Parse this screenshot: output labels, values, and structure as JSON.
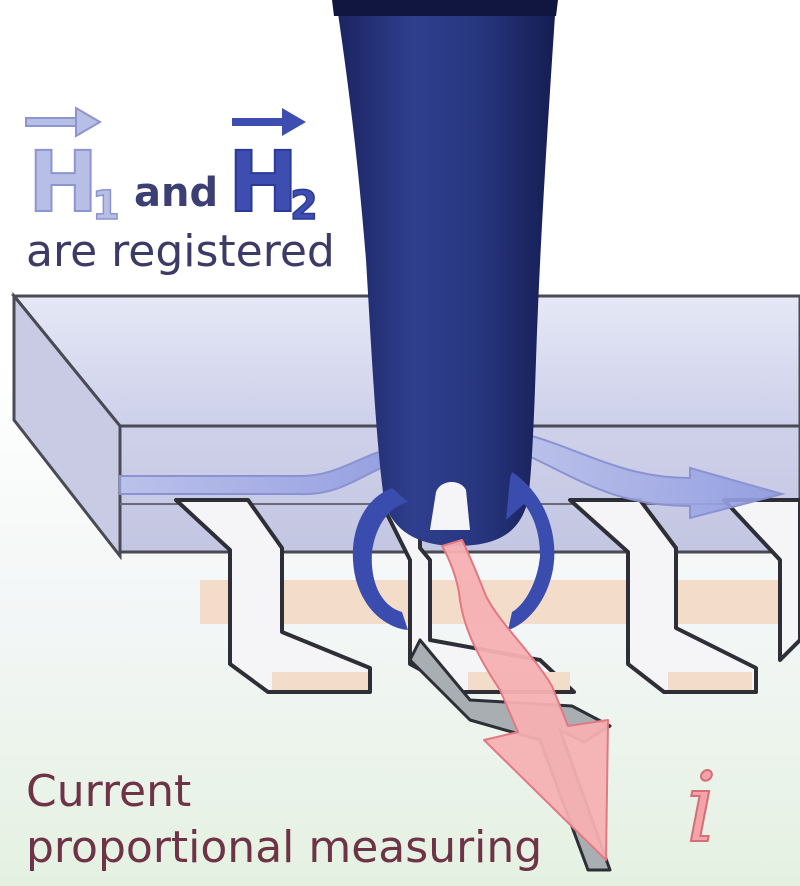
{
  "labels": {
    "h1_letter": "H",
    "h1_subscript": "1",
    "and_text": "and",
    "h2_letter": "H",
    "h2_subscript": "2",
    "registered_text": "are registered",
    "caption_line1": "Current",
    "caption_line2": "proportional measuring",
    "current_symbol": "i"
  },
  "colors": {
    "probe": "#243276",
    "h1_arrow": "#a9b2e2",
    "h2_arrow": "#3a4cae",
    "current_arrow": "#f4a9ac",
    "chip_body": "#d6d7ec",
    "pin_copper": "#f4dccb",
    "caption": "#6e3346"
  }
}
